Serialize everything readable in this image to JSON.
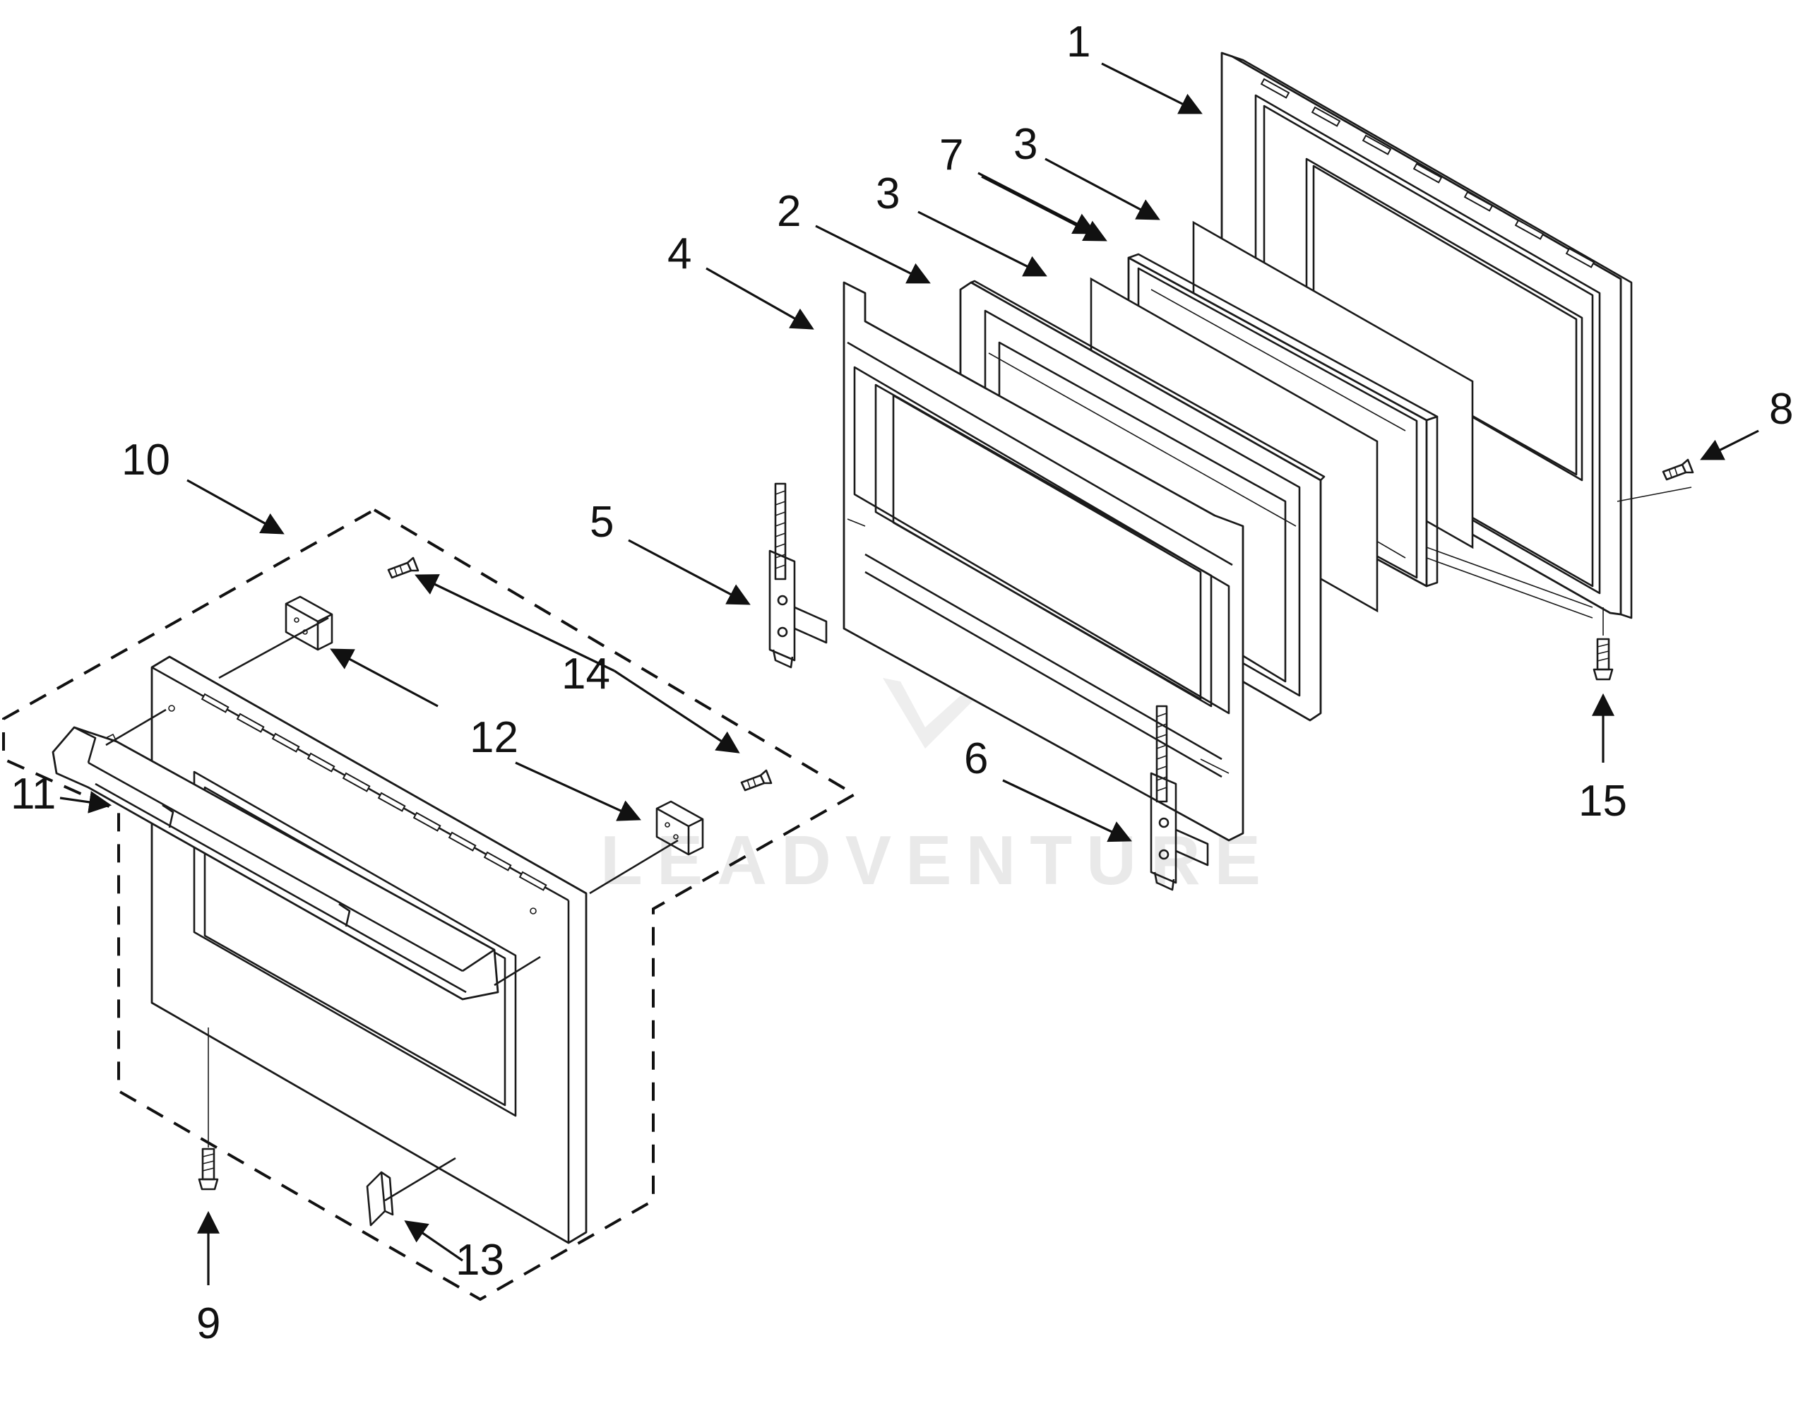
{
  "watermark": "LEADVENTURE",
  "callouts": {
    "c1": "1",
    "c2": "2",
    "c3a": "3",
    "c3b": "3",
    "c4": "4",
    "c5": "5",
    "c6": "6",
    "c7": "7",
    "c8": "8",
    "c9": "9",
    "c10": "10",
    "c11": "11",
    "c12": "12",
    "c13": "13",
    "c14": "14",
    "c15": "15"
  }
}
